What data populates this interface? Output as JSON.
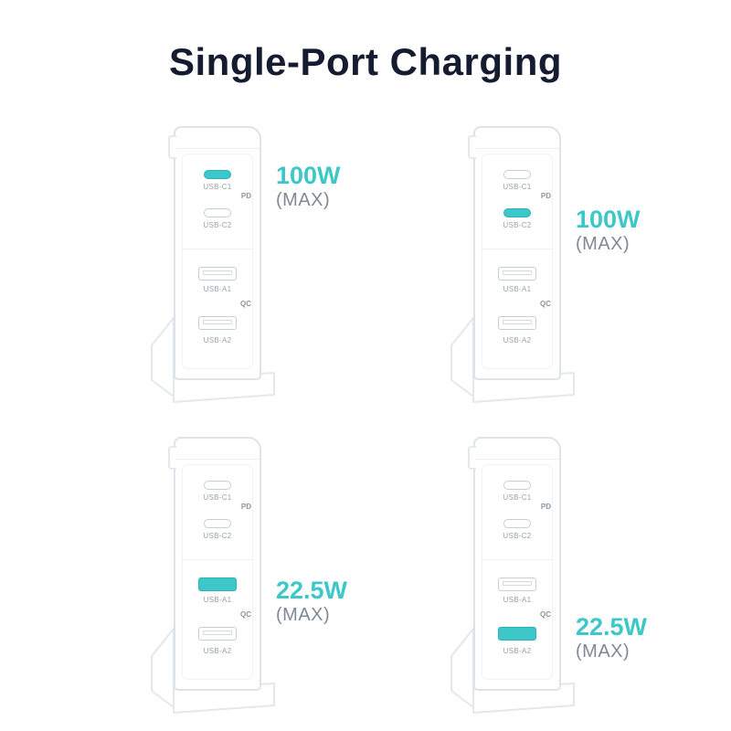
{
  "page": {
    "title": "Single-Port Charging"
  },
  "colors": {
    "accent_teal": "#3EC7C9",
    "muted_gray": "#7F8893"
  },
  "chargers": [
    {
      "highlight_port": "c1",
      "watt": "100W",
      "max": "(MAX)",
      "labels": {
        "c1": "USB-C1",
        "pd": "PD",
        "c2": "USB-C2",
        "a1": "USB-A1",
        "qc": "QC",
        "a2": "USB-A2"
      }
    },
    {
      "highlight_port": "c2",
      "watt": "100W",
      "max": "(MAX)",
      "labels": {
        "c1": "USB-C1",
        "pd": "PD",
        "c2": "USB-C2",
        "a1": "USB-A1",
        "qc": "QC",
        "a2": "USB-A2"
      }
    },
    {
      "highlight_port": "a1",
      "watt": "22.5W",
      "max": "(MAX)",
      "labels": {
        "c1": "USB-C1",
        "pd": "PD",
        "c2": "USB-C2",
        "a1": "USB-A1",
        "qc": "QC",
        "a2": "USB-A2"
      }
    },
    {
      "highlight_port": "a2",
      "watt": "22.5W",
      "max": "(MAX)",
      "labels": {
        "c1": "USB-C1",
        "pd": "PD",
        "c2": "USB-C2",
        "a1": "USB-A1",
        "qc": "QC",
        "a2": "USB-A2"
      }
    }
  ]
}
